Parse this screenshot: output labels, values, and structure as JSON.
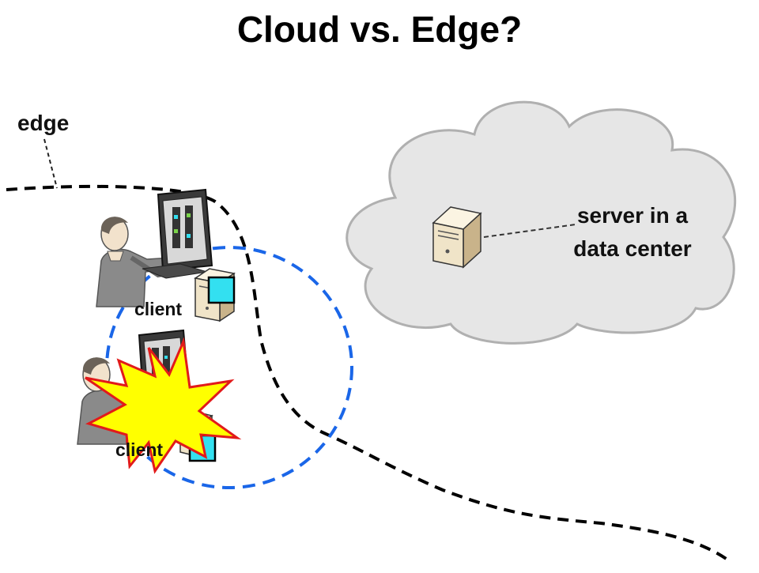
{
  "title": "Cloud vs. Edge?",
  "labels": {
    "edge": "edge",
    "server_line1": "server in a",
    "server_line2": "data center",
    "client_1": "client",
    "client_2": "client"
  },
  "colors": {
    "cloud_fill": "#e6e6e6",
    "cloud_stroke": "#b0b0b0",
    "edge_line": "#000000",
    "blue_circle": "#1a66e8",
    "explosion_fill": "#ffff00",
    "explosion_stroke": "#e21a1a",
    "cyan_box": "#33e0f0",
    "server_tan": "#f0e4c8"
  },
  "icons": [
    "cloud-icon",
    "server-icon",
    "person-icon",
    "monitor-icon",
    "explosion-icon"
  ]
}
